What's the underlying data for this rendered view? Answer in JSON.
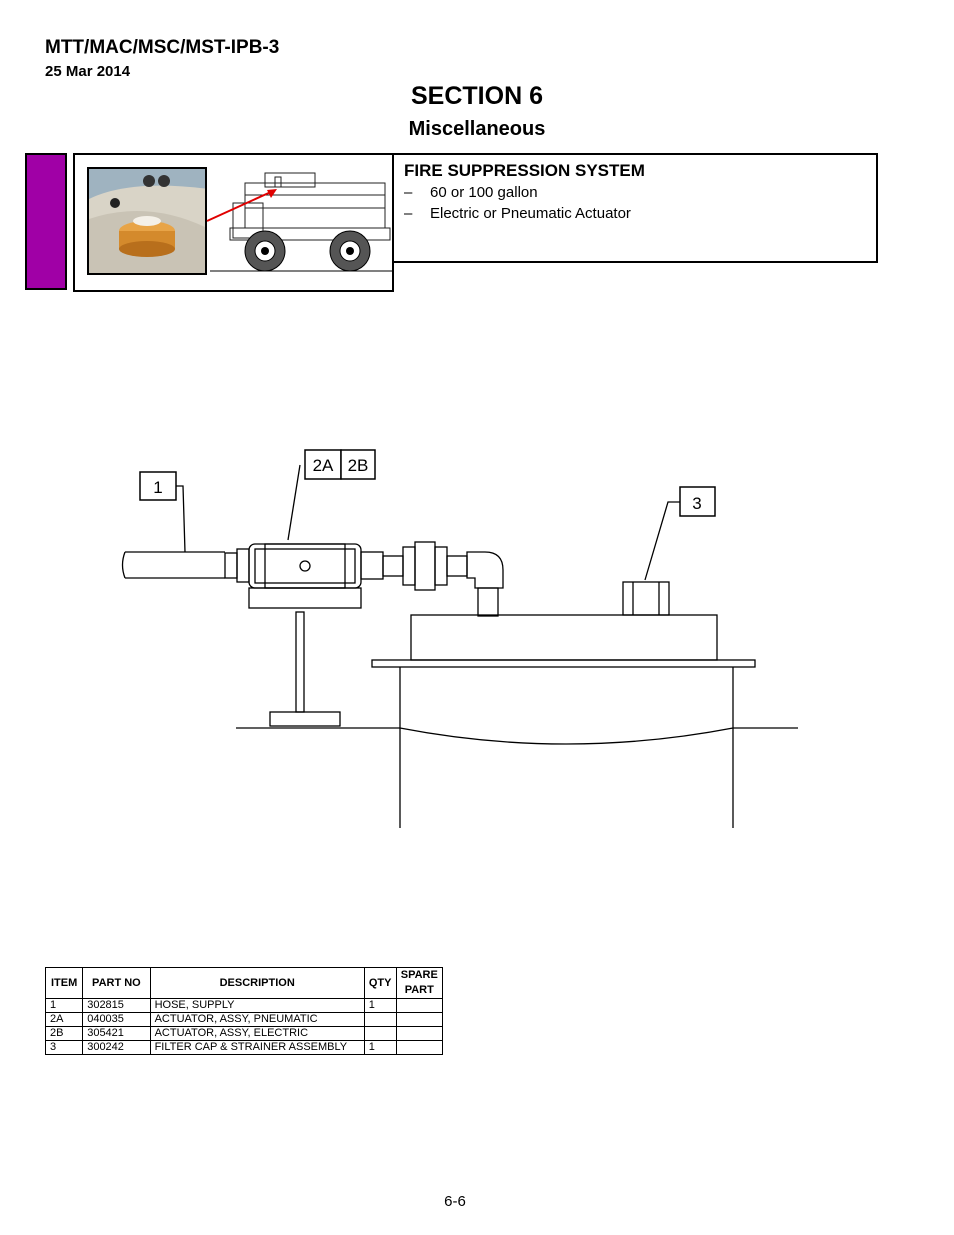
{
  "header": {
    "doc_id": "MTT/MAC/MSC/MST-IPB-3",
    "date": "25 Mar 2014",
    "section_title": "SECTION 6",
    "section_subtitle": "Miscellaneous"
  },
  "info": {
    "title": "FIRE SUPPRESSION SYSTEM",
    "bullets": [
      "60 or 100 gallon",
      "Electric or Pneumatic Actuator"
    ],
    "dash": "–"
  },
  "diagram": {
    "callouts": {
      "item1": "1",
      "item2a": "2A",
      "item2b": "2B",
      "item3": "3"
    }
  },
  "table": {
    "headers": [
      "ITEM",
      "PART NO",
      "DESCRIPTION",
      "QTY",
      "SPARE PART"
    ],
    "rows": [
      [
        "1",
        "302815",
        "HOSE, SUPPLY",
        "1",
        ""
      ],
      [
        "2A",
        "040035",
        "ACTUATOR, ASSY, PNEUMATIC",
        "",
        ""
      ],
      [
        "2B",
        "305421",
        "ACTUATOR, ASSY, ELECTRIC",
        "",
        ""
      ],
      [
        "3",
        "300242",
        "FILTER CAP & STRAINER ASSEMBLY",
        "1",
        ""
      ]
    ]
  },
  "footer": {
    "page_number": "6-6"
  },
  "colors": {
    "section_tab": "#a000a6",
    "pointer_arrow": "#e00000"
  }
}
